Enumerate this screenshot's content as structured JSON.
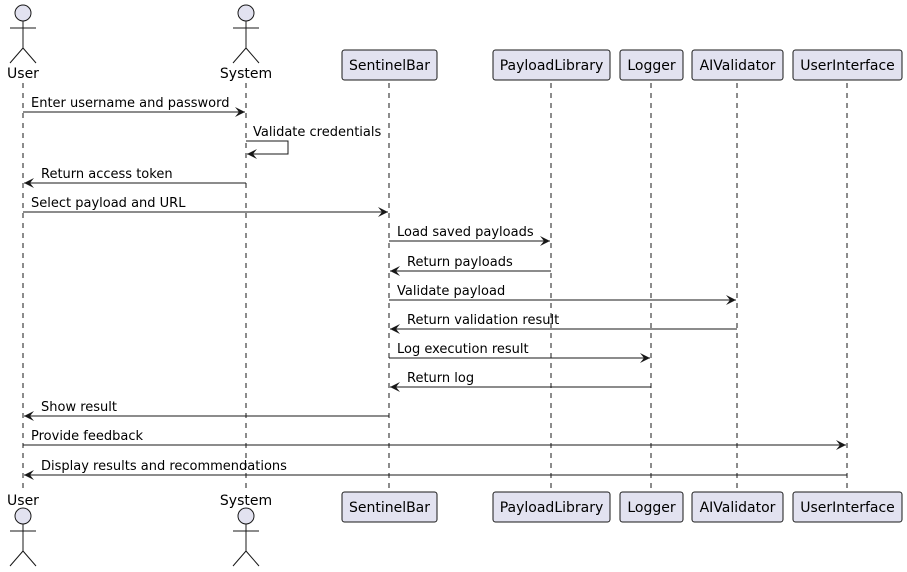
{
  "colors": {
    "participant_fill": "#E2E2F0",
    "participant_stroke": "#181818",
    "lifeline": "#181818",
    "arrow": "#181818",
    "text": "#000000"
  },
  "participants": [
    {
      "id": "user",
      "label": "User",
      "kind": "actor"
    },
    {
      "id": "system",
      "label": "System",
      "kind": "actor"
    },
    {
      "id": "sentinelbar",
      "label": "SentinelBar",
      "kind": "participant"
    },
    {
      "id": "payloadlibrary",
      "label": "PayloadLibrary",
      "kind": "participant"
    },
    {
      "id": "logger",
      "label": "Logger",
      "kind": "participant"
    },
    {
      "id": "aivalidator",
      "label": "AIValidator",
      "kind": "participant"
    },
    {
      "id": "userinterface",
      "label": "UserInterface",
      "kind": "participant"
    }
  ],
  "messages": [
    {
      "from": "user",
      "to": "system",
      "label": "Enter username and password"
    },
    {
      "from": "system",
      "to": "system",
      "label": "Validate credentials"
    },
    {
      "from": "system",
      "to": "user",
      "label": "Return access token"
    },
    {
      "from": "user",
      "to": "sentinelbar",
      "label": "Select payload and URL"
    },
    {
      "from": "sentinelbar",
      "to": "payloadlibrary",
      "label": "Load saved payloads"
    },
    {
      "from": "payloadlibrary",
      "to": "sentinelbar",
      "label": "Return payloads"
    },
    {
      "from": "sentinelbar",
      "to": "aivalidator",
      "label": "Validate payload"
    },
    {
      "from": "aivalidator",
      "to": "sentinelbar",
      "label": "Return validation result"
    },
    {
      "from": "sentinelbar",
      "to": "logger",
      "label": "Log execution result"
    },
    {
      "from": "logger",
      "to": "sentinelbar",
      "label": "Return log"
    },
    {
      "from": "sentinelbar",
      "to": "user",
      "label": "Show result"
    },
    {
      "from": "user",
      "to": "userinterface",
      "label": "Provide feedback"
    },
    {
      "from": "userinterface",
      "to": "user",
      "label": "Display results and recommendations"
    }
  ]
}
